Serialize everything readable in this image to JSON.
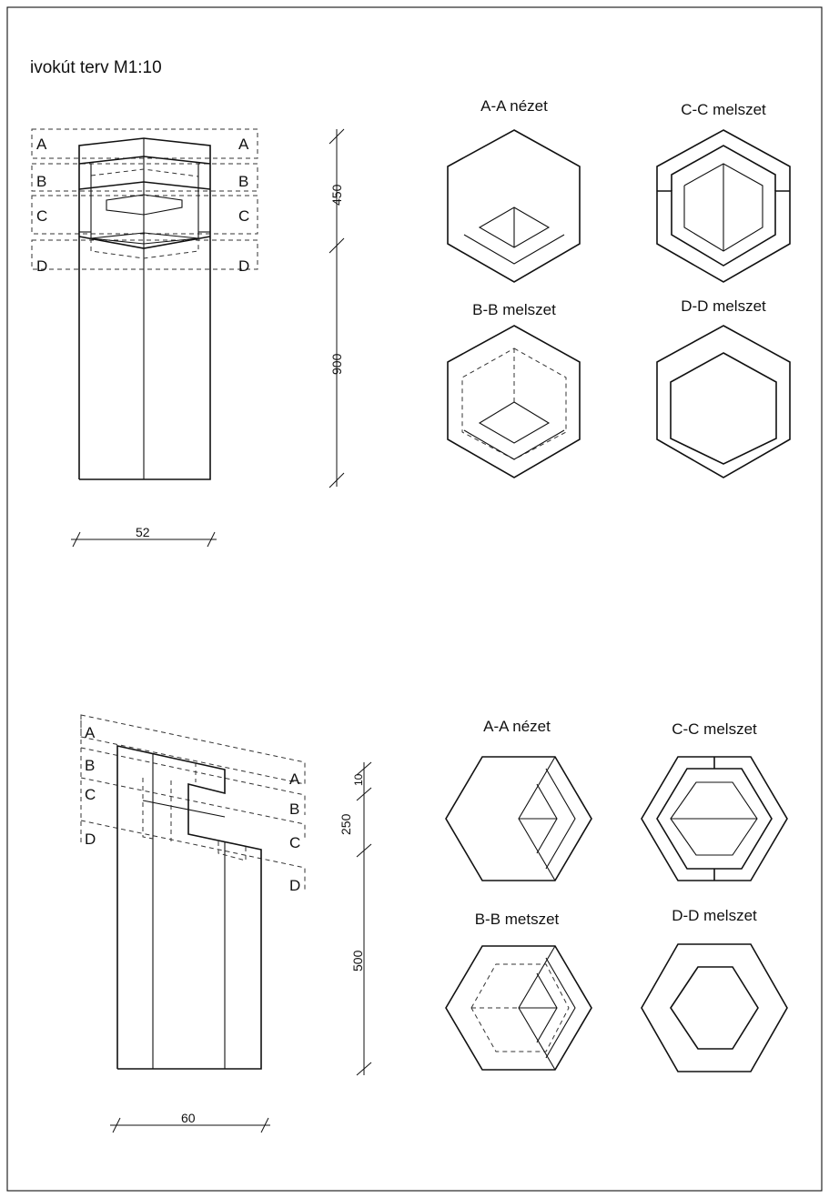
{
  "title": "ivokút terv M1:10",
  "top": {
    "section_letters": {
      "a": "A",
      "b": "B",
      "c": "C",
      "d": "D"
    },
    "dimensions": {
      "upper": "450",
      "lower": "900",
      "width": "52"
    },
    "views": {
      "aa": "A-A nézet",
      "cc": "C-C melszet",
      "bb": "B-B melszet",
      "dd": "D-D melszet"
    }
  },
  "bottom": {
    "section_letters": {
      "a": "A",
      "b": "B",
      "c": "C",
      "d": "D"
    },
    "dimensions": {
      "top": "10",
      "upper": "250",
      "lower": "500",
      "width": "60"
    },
    "views": {
      "aa": "A-A nézet",
      "cc": "C-C melszet",
      "bb": "B-B metszet",
      "dd": "D-D melszet"
    }
  }
}
